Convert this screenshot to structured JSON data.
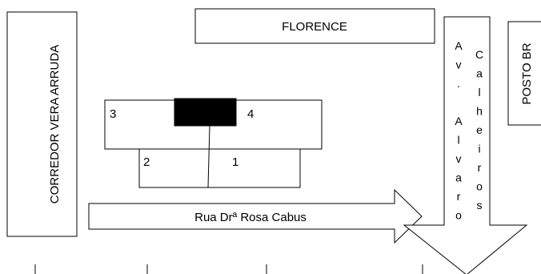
{
  "labels": {
    "left_building": "CORREDOR VERA ARRUDA",
    "top_building": "FLORENCE",
    "right_building": "POSTO BR",
    "street_arrow": "Rua Drª Rosa Cabus",
    "avenue_col1": [
      "A",
      "v",
      ".",
      "",
      "A",
      "l",
      "v",
      "a",
      "r",
      "o"
    ],
    "avenue_col2": [
      "C",
      "a",
      "l",
      "h",
      "e",
      "i",
      "r",
      "o",
      "s"
    ],
    "box_numbers": {
      "n1": "1",
      "n2": "2",
      "n3": "3",
      "n4": "4"
    }
  },
  "colors": {
    "stroke": "#000000",
    "fill_dark": "#000000",
    "background": "#ffffff"
  }
}
